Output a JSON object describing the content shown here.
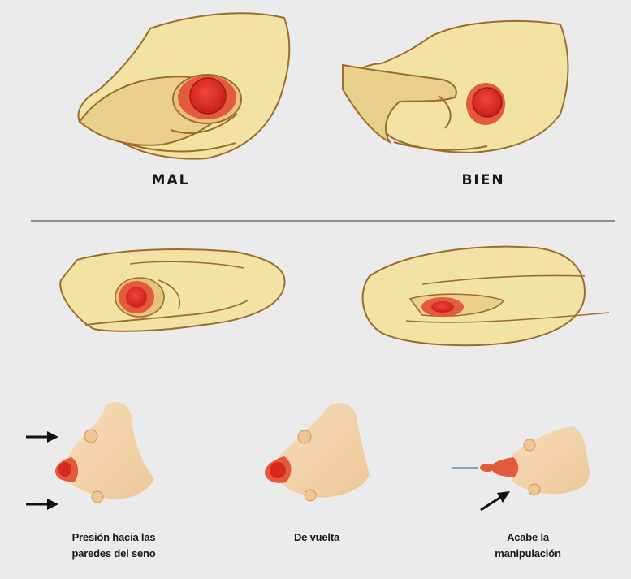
{
  "top_labels": {
    "bad": "MAL",
    "good": "BIEN"
  },
  "steps": [
    {
      "line1": "Presión hacia las",
      "line2": "paredes del seno"
    },
    {
      "line1": "De vuelta",
      "line2": ""
    },
    {
      "line1": "Acabe la",
      "line2": "manipulación"
    }
  ],
  "colors": {
    "background": "#ebebeb",
    "skin": "#f2e2a4",
    "skin_shadow": "#dcbc74",
    "outline": "#9b6e2d",
    "areola": "#e45a3d",
    "nipple": "#d8281f",
    "breast": "#f3d2a6",
    "text": "#1a1a1a"
  },
  "icons": [
    "hand-grip-icon",
    "breast-profile-icon",
    "arrow-icon"
  ]
}
